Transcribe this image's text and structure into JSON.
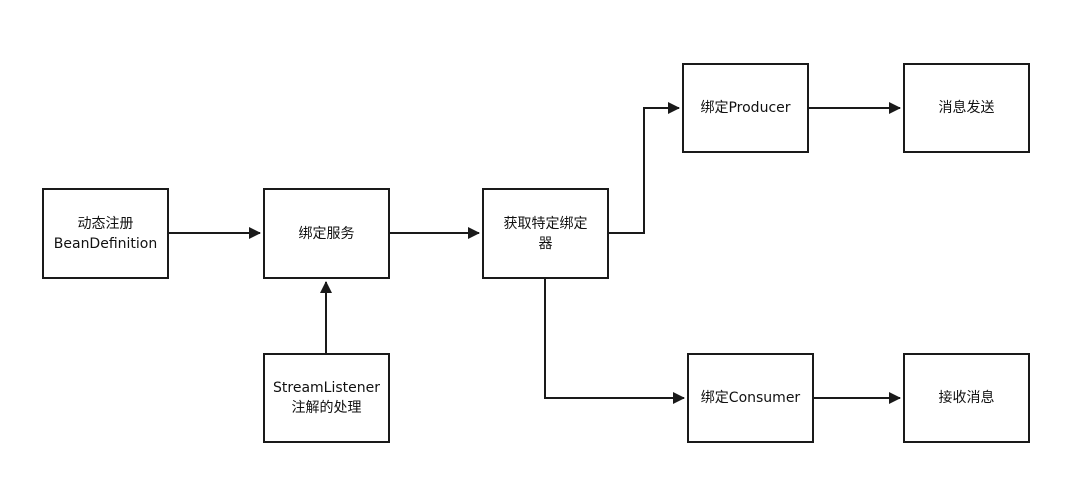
{
  "nodes": {
    "dynamic_register": "动态注册\nBeanDefinition",
    "bind_service": "绑定服务",
    "get_binder": "获取特定绑定\n器",
    "bind_producer": "绑定Producer",
    "send_message": "消息发送",
    "stream_listener": "StreamListener\n注解的处理",
    "bind_consumer": "绑定Consumer",
    "receive_message": "接收消息"
  },
  "colors": {
    "line": "#1a1a1a",
    "box_border": "#1a1a1a",
    "background": "#ffffff"
  }
}
